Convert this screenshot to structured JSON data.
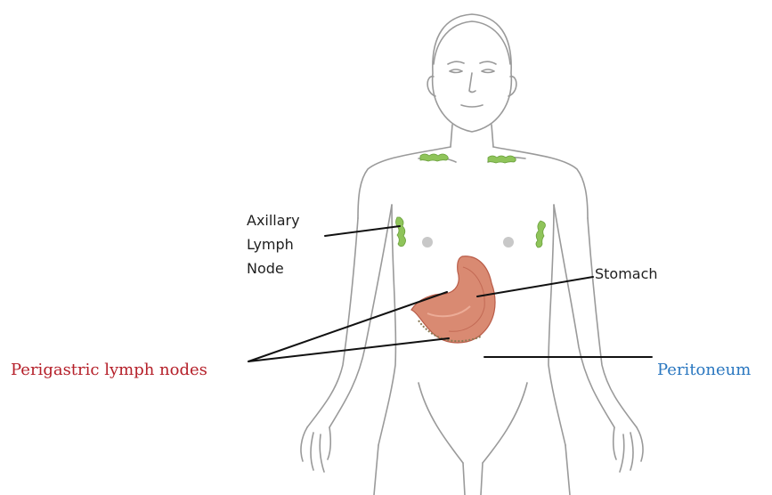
{
  "labels": {
    "axillary": [
      "Axillary",
      "Lymph",
      "Node"
    ],
    "stomach": "Stomach",
    "perigastric": "Perigastric lymph nodes",
    "peritoneum": "Peritoneum"
  },
  "colors": {
    "outline": "#9a9a9a",
    "leader_line": "#111111",
    "lymph_node": "#8fc45a",
    "stomach": "#d98a72",
    "stomach_shadow": "#b95c48",
    "perigastric_label": "#b5202a",
    "peritoneum_label": "#2a77c0",
    "nipple": "#c8c8c8"
  }
}
